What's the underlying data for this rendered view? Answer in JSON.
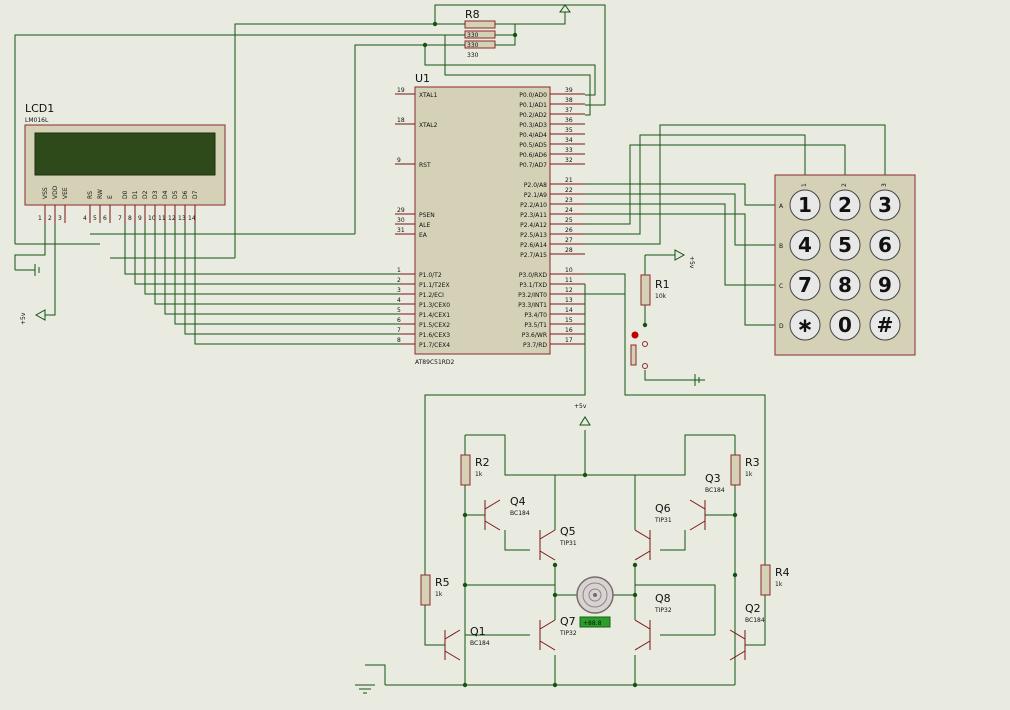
{
  "components": {
    "lcd": {
      "ref": "LCD1",
      "part": "LM016L",
      "pins": [
        "VSS",
        "VDD",
        "VEE",
        "RS",
        "RW",
        "E",
        "D0",
        "D1",
        "D2",
        "D3",
        "D4",
        "D5",
        "D6",
        "D7"
      ],
      "pin_numbers": [
        "1",
        "2",
        "3",
        "4",
        "5",
        "6",
        "7",
        "8",
        "9",
        "10",
        "11",
        "12",
        "13",
        "14"
      ]
    },
    "mcu": {
      "ref": "U1",
      "part": "AT89C51RD2",
      "left_pins": [
        {
          "num": "19",
          "name": "XTAL1"
        },
        {
          "num": "18",
          "name": "XTAL2"
        },
        {
          "num": "9",
          "name": "RST"
        },
        {
          "num": "29",
          "name": "PSEN"
        },
        {
          "num": "30",
          "name": "ALE"
        },
        {
          "num": "31",
          "name": "EA"
        },
        {
          "num": "1",
          "name": "P1.0/T2"
        },
        {
          "num": "2",
          "name": "P1.1/T2EX"
        },
        {
          "num": "3",
          "name": "P1.2/ECI"
        },
        {
          "num": "4",
          "name": "P1.3/CEX0"
        },
        {
          "num": "5",
          "name": "P1.4/CEX1"
        },
        {
          "num": "6",
          "name": "P1.5/CEX2"
        },
        {
          "num": "7",
          "name": "P1.6/CEX3"
        },
        {
          "num": "8",
          "name": "P1.7/CEX4"
        }
      ],
      "right_pins": [
        {
          "num": "39",
          "name": "P0.0/AD0"
        },
        {
          "num": "38",
          "name": "P0.1/AD1"
        },
        {
          "num": "37",
          "name": "P0.2/AD2"
        },
        {
          "num": "36",
          "name": "P0.3/AD3"
        },
        {
          "num": "35",
          "name": "P0.4/AD4"
        },
        {
          "num": "34",
          "name": "P0.5/AD5"
        },
        {
          "num": "33",
          "name": "P0.6/AD6"
        },
        {
          "num": "32",
          "name": "P0.7/AD7"
        },
        {
          "num": "21",
          "name": "P2.0/A8"
        },
        {
          "num": "22",
          "name": "P2.1/A9"
        },
        {
          "num": "23",
          "name": "P2.2/A10"
        },
        {
          "num": "24",
          "name": "P2.3/A11"
        },
        {
          "num": "25",
          "name": "P2.4/A12"
        },
        {
          "num": "26",
          "name": "P2.5/A13"
        },
        {
          "num": "27",
          "name": "P2.6/A14"
        },
        {
          "num": "28",
          "name": "P2.7/A15"
        },
        {
          "num": "10",
          "name": "P3.0/RXD"
        },
        {
          "num": "11",
          "name": "P3.1/TXD"
        },
        {
          "num": "12",
          "name": "P3.2/INT0"
        },
        {
          "num": "13",
          "name": "P3.3/INT1"
        },
        {
          "num": "14",
          "name": "P3.4/T0"
        },
        {
          "num": "15",
          "name": "P3.5/T1"
        },
        {
          "num": "16",
          "name": "P3.6/WR"
        },
        {
          "num": "17",
          "name": "P3.7/RD"
        }
      ]
    },
    "r8": {
      "ref": "R8",
      "values": [
        "330",
        "330",
        "330"
      ]
    },
    "r1": {
      "ref": "R1",
      "value": "10k"
    },
    "r2": {
      "ref": "R2",
      "value": "1k"
    },
    "r3": {
      "ref": "R3",
      "value": "1k"
    },
    "r4": {
      "ref": "R4",
      "value": "1k"
    },
    "r5": {
      "ref": "R5",
      "value": "1k"
    },
    "q1": {
      "ref": "Q1",
      "part": "BC184"
    },
    "q2": {
      "ref": "Q2",
      "part": "BC184"
    },
    "q3": {
      "ref": "Q3",
      "part": "BC184"
    },
    "q4": {
      "ref": "Q4",
      "part": "BC184"
    },
    "q5": {
      "ref": "Q5",
      "part": "TIP31"
    },
    "q6": {
      "ref": "Q6",
      "part": "TIP31"
    },
    "q7": {
      "ref": "Q7",
      "part": "TIP32"
    },
    "q8": {
      "ref": "Q8",
      "part": "TIP32"
    },
    "motor": {
      "readout": "+88.8"
    },
    "keypad": {
      "cols": [
        "1",
        "2",
        "3"
      ],
      "rows": [
        "A",
        "B",
        "C",
        "D"
      ],
      "keys": [
        "1",
        "2",
        "3",
        "4",
        "5",
        "6",
        "7",
        "8",
        "9",
        "∗",
        "0",
        "#"
      ]
    }
  },
  "power": {
    "vcc": "+5v"
  },
  "colors": {
    "wire": "#125412",
    "component": "#8b2a2a",
    "background": "#e9ebe0",
    "lcd_screen": "#2e4a1a",
    "led": "#c00000",
    "motor_readout": "#2aa02a"
  }
}
